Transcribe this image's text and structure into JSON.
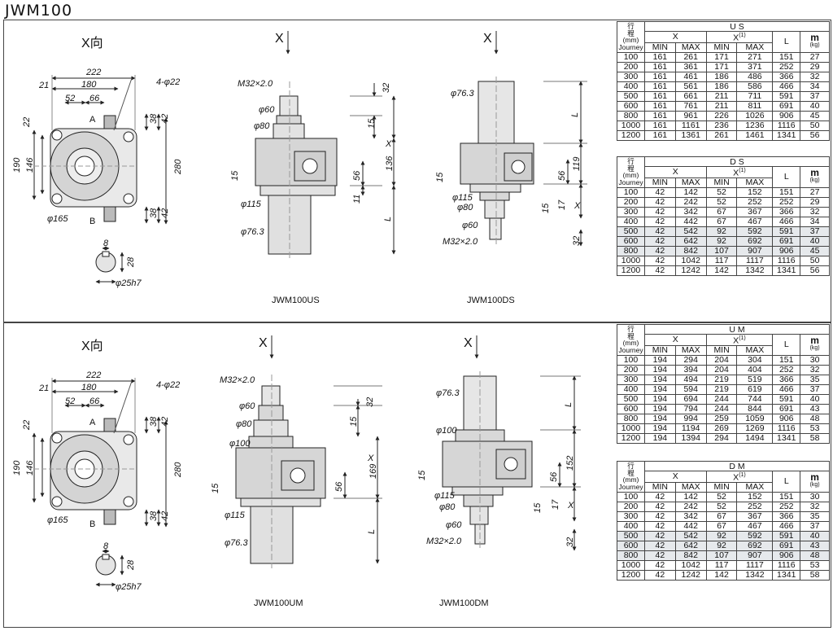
{
  "title": "JWM100",
  "drawing": {
    "x_view": "X向",
    "dims": {
      "w222": "222",
      "d21": "21",
      "w180": "180",
      "bolt": "4-φ22",
      "d52": "52",
      "d66": "66",
      "a": "A",
      "b": "B",
      "d22": "22",
      "h190": "190",
      "h146": "146",
      "h280": "280",
      "d38": "38",
      "d42": "42",
      "d165": "φ165",
      "d8": "8",
      "d28": "28",
      "d25h7": "φ25h7",
      "m32": "M32×2.0",
      "p60": "φ60",
      "p80": "φ80",
      "p100": "φ100",
      "p115": "φ115",
      "p76": "φ76.3",
      "d32": "32",
      "d15": "15",
      "x": "X",
      "d136": "136",
      "d169": "169",
      "d56": "56",
      "d11": "11",
      "d17": "17",
      "l": "L",
      "d119": "119",
      "d152": "152"
    },
    "models": [
      "JWM100US",
      "JWM100DS",
      "JWM100UM",
      "JWM100DM"
    ]
  },
  "tables": [
    {
      "code": "U S",
      "stroke": [
        "行",
        "程",
        "(mm)",
        "Journey"
      ],
      "x_head": "X",
      "x1_head": "X",
      "l_head": "L",
      "m_head": "m",
      "m_unit": "(kg)",
      "min": "MIN",
      "max": "MAX",
      "rows": [
        [
          "100",
          "161",
          "261",
          "171",
          "271",
          "151",
          "27"
        ],
        [
          "200",
          "161",
          "361",
          "171",
          "371",
          "252",
          "29"
        ],
        [
          "300",
          "161",
          "461",
          "186",
          "486",
          "366",
          "32"
        ],
        [
          "400",
          "161",
          "561",
          "186",
          "586",
          "466",
          "34"
        ],
        [
          "500",
          "161",
          "661",
          "211",
          "711",
          "591",
          "37"
        ],
        [
          "600",
          "161",
          "761",
          "211",
          "811",
          "691",
          "40"
        ],
        [
          "800",
          "161",
          "961",
          "226",
          "1026",
          "906",
          "45"
        ],
        [
          "1000",
          "161",
          "1161",
          "236",
          "1236",
          "1116",
          "50"
        ],
        [
          "1200",
          "161",
          "1361",
          "261",
          "1461",
          "1341",
          "56"
        ]
      ]
    },
    {
      "code": "D S",
      "stroke": [
        "行",
        "程",
        "(mm)",
        "Journey"
      ],
      "x_head": "X",
      "x1_head": "X",
      "l_head": "L",
      "m_head": "m",
      "m_unit": "(kg)",
      "min": "MIN",
      "max": "MAX",
      "rows": [
        [
          "100",
          "42",
          "142",
          "52",
          "152",
          "151",
          "27"
        ],
        [
          "200",
          "42",
          "242",
          "52",
          "252",
          "252",
          "29"
        ],
        [
          "300",
          "42",
          "342",
          "67",
          "367",
          "366",
          "32"
        ],
        [
          "400",
          "42",
          "442",
          "67",
          "467",
          "466",
          "34"
        ],
        [
          "500",
          "42",
          "542",
          "92",
          "592",
          "591",
          "37"
        ],
        [
          "600",
          "42",
          "642",
          "92",
          "692",
          "691",
          "40"
        ],
        [
          "800",
          "42",
          "842",
          "107",
          "907",
          "906",
          "45"
        ],
        [
          "1000",
          "42",
          "1042",
          "117",
          "1117",
          "1116",
          "50"
        ],
        [
          "1200",
          "42",
          "1242",
          "142",
          "1342",
          "1341",
          "56"
        ]
      ]
    },
    {
      "code": "U M",
      "stroke": [
        "行",
        "程",
        "(mm)",
        "Journey"
      ],
      "x_head": "X",
      "x1_head": "X",
      "l_head": "L",
      "m_head": "m",
      "m_unit": "(kg)",
      "min": "MIN",
      "max": "MAX",
      "rows": [
        [
          "100",
          "194",
          "294",
          "204",
          "304",
          "151",
          "30"
        ],
        [
          "200",
          "194",
          "394",
          "204",
          "404",
          "252",
          "32"
        ],
        [
          "300",
          "194",
          "494",
          "219",
          "519",
          "366",
          "35"
        ],
        [
          "400",
          "194",
          "594",
          "219",
          "619",
          "466",
          "37"
        ],
        [
          "500",
          "194",
          "694",
          "244",
          "744",
          "591",
          "40"
        ],
        [
          "600",
          "194",
          "794",
          "244",
          "844",
          "691",
          "43"
        ],
        [
          "800",
          "194",
          "994",
          "259",
          "1059",
          "906",
          "48"
        ],
        [
          "1000",
          "194",
          "1194",
          "269",
          "1269",
          "1116",
          "53"
        ],
        [
          "1200",
          "194",
          "1394",
          "294",
          "1494",
          "1341",
          "58"
        ]
      ]
    },
    {
      "code": "D M",
      "stroke": [
        "行",
        "程",
        "(mm)",
        "Journey"
      ],
      "x_head": "X",
      "x1_head": "X",
      "l_head": "L",
      "m_head": "m",
      "m_unit": "(kg)",
      "min": "MIN",
      "max": "MAX",
      "rows": [
        [
          "100",
          "42",
          "142",
          "52",
          "152",
          "151",
          "30"
        ],
        [
          "200",
          "42",
          "242",
          "52",
          "252",
          "252",
          "32"
        ],
        [
          "300",
          "42",
          "342",
          "67",
          "367",
          "366",
          "35"
        ],
        [
          "400",
          "42",
          "442",
          "67",
          "467",
          "466",
          "37"
        ],
        [
          "500",
          "42",
          "542",
          "92",
          "592",
          "591",
          "40"
        ],
        [
          "600",
          "42",
          "642",
          "92",
          "692",
          "691",
          "43"
        ],
        [
          "800",
          "42",
          "842",
          "107",
          "907",
          "906",
          "48"
        ],
        [
          "1000",
          "42",
          "1042",
          "117",
          "1117",
          "1116",
          "53"
        ],
        [
          "1200",
          "42",
          "1242",
          "142",
          "1342",
          "1341",
          "58"
        ]
      ]
    }
  ]
}
